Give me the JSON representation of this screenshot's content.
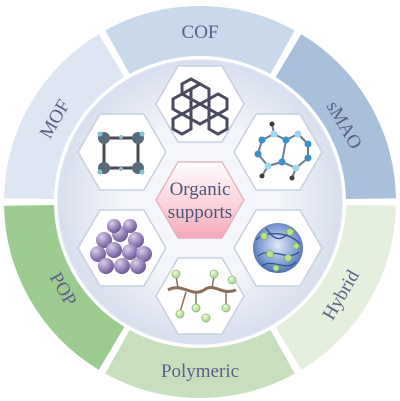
{
  "center": {
    "line1": "Organic",
    "line2": "supports"
  },
  "segments": [
    {
      "label": "COF",
      "color": "#c9d8ea"
    },
    {
      "label": "sMAO",
      "color": "#a9c0dc"
    },
    {
      "label": "Hybrid",
      "color": "#e4efdd"
    },
    {
      "label": "Polymeric",
      "color": "#c8dfbe"
    },
    {
      "label": "POP",
      "color": "#9ccb8f"
    },
    {
      "label": "MOF",
      "color": "#dfe6f3"
    }
  ],
  "inner_disc_color": "#dde3f0",
  "center_hex_color": "#f6b8c6"
}
